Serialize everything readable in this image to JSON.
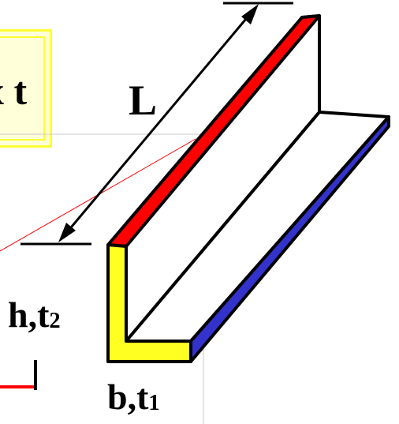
{
  "labels": {
    "length": "L",
    "height_main": "h,t",
    "height_sub": "2",
    "width_main": "b,t",
    "width_sub": "1",
    "formula_partial": "x t"
  },
  "colors": {
    "flange_top_edge": "#ff0000",
    "flange_bottom_edge": "#3333cc",
    "cross_section": "#ffff22",
    "formula_box_fill": "#ffffd9",
    "formula_box_border": "#ffff33",
    "guide_lines": "#c8c8c8",
    "leader_line": "#ff0000"
  }
}
